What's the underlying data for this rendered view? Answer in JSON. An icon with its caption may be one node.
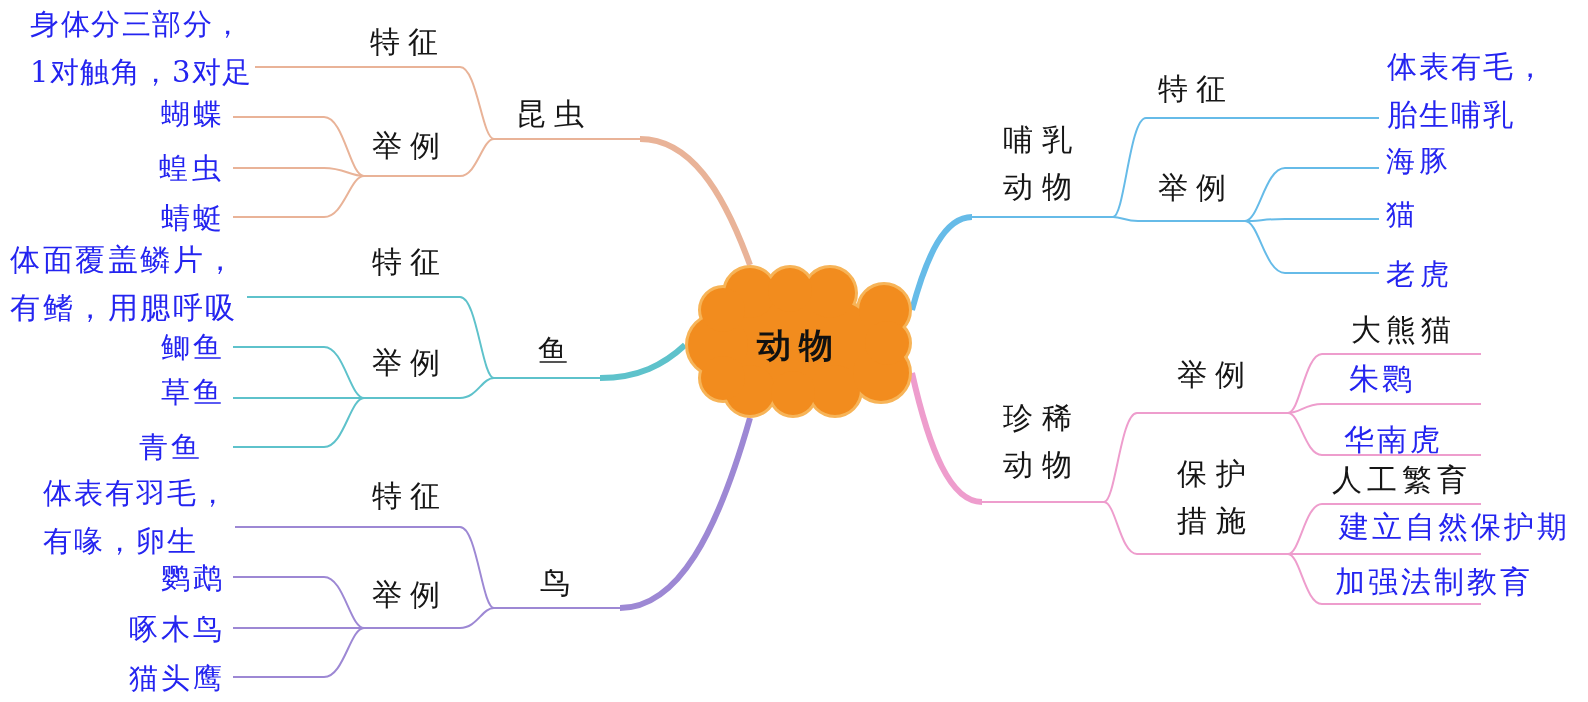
{
  "diagram": {
    "nodes": [
      {
        "text": [
          "动物"
        ]
      },
      {
        "text": [
          "昆虫"
        ]
      },
      {
        "text": [
          "特征"
        ]
      },
      {
        "text": [
          "身体分三部分，1对触角，3对足"
        ]
      },
      {
        "text": [
          "举例"
        ]
      },
      {
        "text": [
          "蝴蝶"
        ]
      },
      {
        "text": [
          "蝗虫"
        ]
      },
      {
        "text": [
          "蜻蜓"
        ]
      },
      {
        "text": [
          "鱼"
        ]
      },
      {
        "text": [
          "特征"
        ]
      },
      {
        "text": [
          "体面覆盖鳞片，有鳍，用腮呼吸"
        ]
      },
      {
        "text": [
          "举例"
        ]
      },
      {
        "text": [
          "鲫鱼"
        ]
      },
      {
        "text": [
          "草鱼"
        ]
      },
      {
        "text": [
          "青鱼"
        ]
      },
      {
        "text": [
          "鸟"
        ]
      },
      {
        "text": [
          "特征"
        ]
      },
      {
        "text": [
          "体表有羽毛，有喙，卵生"
        ]
      },
      {
        "text": [
          "举例"
        ]
      },
      {
        "text": [
          "鹦鹉"
        ]
      },
      {
        "text": [
          "啄木鸟"
        ]
      },
      {
        "text": [
          "猫头鹰"
        ]
      },
      {
        "text": [
          "哺乳动物"
        ]
      },
      {
        "text": [
          "特征"
        ]
      },
      {
        "text": [
          "体表有毛，胎生哺乳"
        ]
      },
      {
        "text": [
          "举例"
        ]
      },
      {
        "text": [
          "海豚"
        ]
      },
      {
        "text": [
          "猫"
        ]
      },
      {
        "text": [
          "老虎"
        ]
      },
      {
        "text": [
          "珍稀动物"
        ]
      },
      {
        "text": [
          "举例"
        ]
      },
      {
        "text": [
          "大熊猫"
        ]
      },
      {
        "text": [
          "朱鹮"
        ]
      },
      {
        "text": [
          "华南虎"
        ]
      },
      {
        "text": [
          "保护措施"
        ]
      },
      {
        "text": [
          "人工繁育"
        ]
      },
      {
        "text": [
          "建立自然保护期"
        ]
      },
      {
        "text": [
          "加强法制教育"
        ]
      }
    ],
    "edges": [
      {
        "from": 0,
        "to": 1,
        "arrow": "none",
        "style": "thick",
        "color": "#e9b398"
      },
      {
        "from": 1,
        "to": 2,
        "arrow": "none",
        "color": "#e9b398"
      },
      {
        "from": 2,
        "to": 3,
        "arrow": "none",
        "color": "#e9b398"
      },
      {
        "from": 1,
        "to": 4,
        "arrow": "none",
        "color": "#e9b398"
      },
      {
        "from": 4,
        "to": 5,
        "arrow": "none",
        "color": "#e9b398"
      },
      {
        "from": 4,
        "to": 6,
        "arrow": "none",
        "color": "#e9b398"
      },
      {
        "from": 4,
        "to": 7,
        "arrow": "none",
        "color": "#e9b398"
      },
      {
        "from": 0,
        "to": 8,
        "arrow": "none",
        "style": "thick",
        "color": "#5ec2cb"
      },
      {
        "from": 8,
        "to": 9,
        "arrow": "none",
        "color": "#5ec2cb"
      },
      {
        "from": 9,
        "to": 10,
        "arrow": "none",
        "color": "#5ec2cb"
      },
      {
        "from": 8,
        "to": 11,
        "arrow": "none",
        "color": "#5ec2cb"
      },
      {
        "from": 11,
        "to": 12,
        "arrow": "none",
        "color": "#5ec2cb"
      },
      {
        "from": 11,
        "to": 13,
        "arrow": "none",
        "color": "#5ec2cb"
      },
      {
        "from": 11,
        "to": 14,
        "arrow": "none",
        "color": "#5ec2cb"
      },
      {
        "from": 0,
        "to": 15,
        "arrow": "none",
        "style": "thick",
        "color": "#9d88d4"
      },
      {
        "from": 15,
        "to": 16,
        "arrow": "none",
        "color": "#9d88d4"
      },
      {
        "from": 16,
        "to": 17,
        "arrow": "none",
        "color": "#9d88d4"
      },
      {
        "from": 15,
        "to": 18,
        "arrow": "none",
        "color": "#9d88d4"
      },
      {
        "from": 18,
        "to": 19,
        "arrow": "none",
        "color": "#9d88d4"
      },
      {
        "from": 18,
        "to": 20,
        "arrow": "none",
        "color": "#9d88d4"
      },
      {
        "from": 18,
        "to": 21,
        "arrow": "none",
        "color": "#9d88d4"
      },
      {
        "from": 0,
        "to": 22,
        "arrow": "none",
        "style": "thick",
        "color": "#66bbe8"
      },
      {
        "from": 22,
        "to": 23,
        "arrow": "none",
        "color": "#66bbe8"
      },
      {
        "from": 23,
        "to": 24,
        "arrow": "none",
        "color": "#66bbe8"
      },
      {
        "from": 22,
        "to": 25,
        "arrow": "none",
        "color": "#66bbe8"
      },
      {
        "from": 25,
        "to": 26,
        "arrow": "none",
        "color": "#66bbe8"
      },
      {
        "from": 25,
        "to": 27,
        "arrow": "none",
        "color": "#66bbe8"
      },
      {
        "from": 25,
        "to": 28,
        "arrow": "none",
        "color": "#66bbe8"
      },
      {
        "from": 0,
        "to": 29,
        "arrow": "none",
        "style": "thick"
      },
      {
        "from": 29,
        "to": 30,
        "arrow": "none"
      },
      {
        "from": 30,
        "to": 31,
        "arrow": "none"
      },
      {
        "from": 30,
        "to": 32,
        "arrow": "none"
      },
      {
        "from": 30,
        "to": 33,
        "arrow": "none"
      },
      {
        "from": 29,
        "to": 34,
        "arrow": "none"
      },
      {
        "from": 34,
        "to": 35,
        "arrow": "none"
      },
      {
        "from": 34,
        "to": 36,
        "arrow": "none"
      },
      {
        "from": 34,
        "to": 37,
        "arrow": "none"
      }
    ]
  }
}
